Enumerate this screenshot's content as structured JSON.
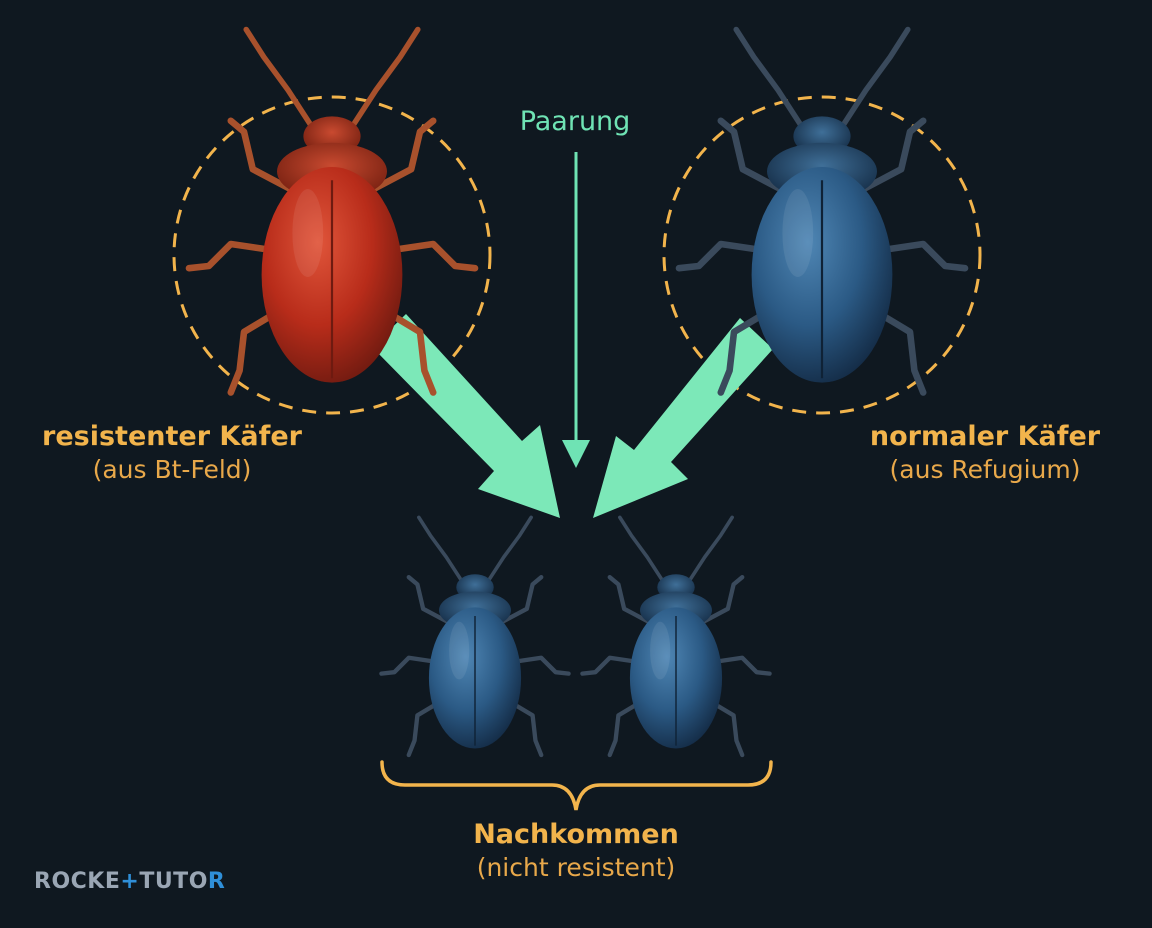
{
  "diagram": {
    "parent_left": {
      "title": "resistenter Käfer",
      "subtitle": "(aus Bt-Feld)",
      "color": "#c8341f"
    },
    "parent_right": {
      "title": "normaler Käfer",
      "subtitle": "(aus Refugium)",
      "color": "#2f6a9c"
    },
    "mating_label": "Paarung",
    "offspring": {
      "title": "Nachkommen",
      "subtitle": "(nicht resistent)",
      "color": "#2f6a9c"
    },
    "colors": {
      "accent_orange": "#f2b44c",
      "arrow_green": "#7ce8b8",
      "background": "#0f1820"
    }
  },
  "logo": {
    "part1": "ROCKE",
    "plus": "+",
    "part2": "TUTO",
    "last": "R"
  }
}
